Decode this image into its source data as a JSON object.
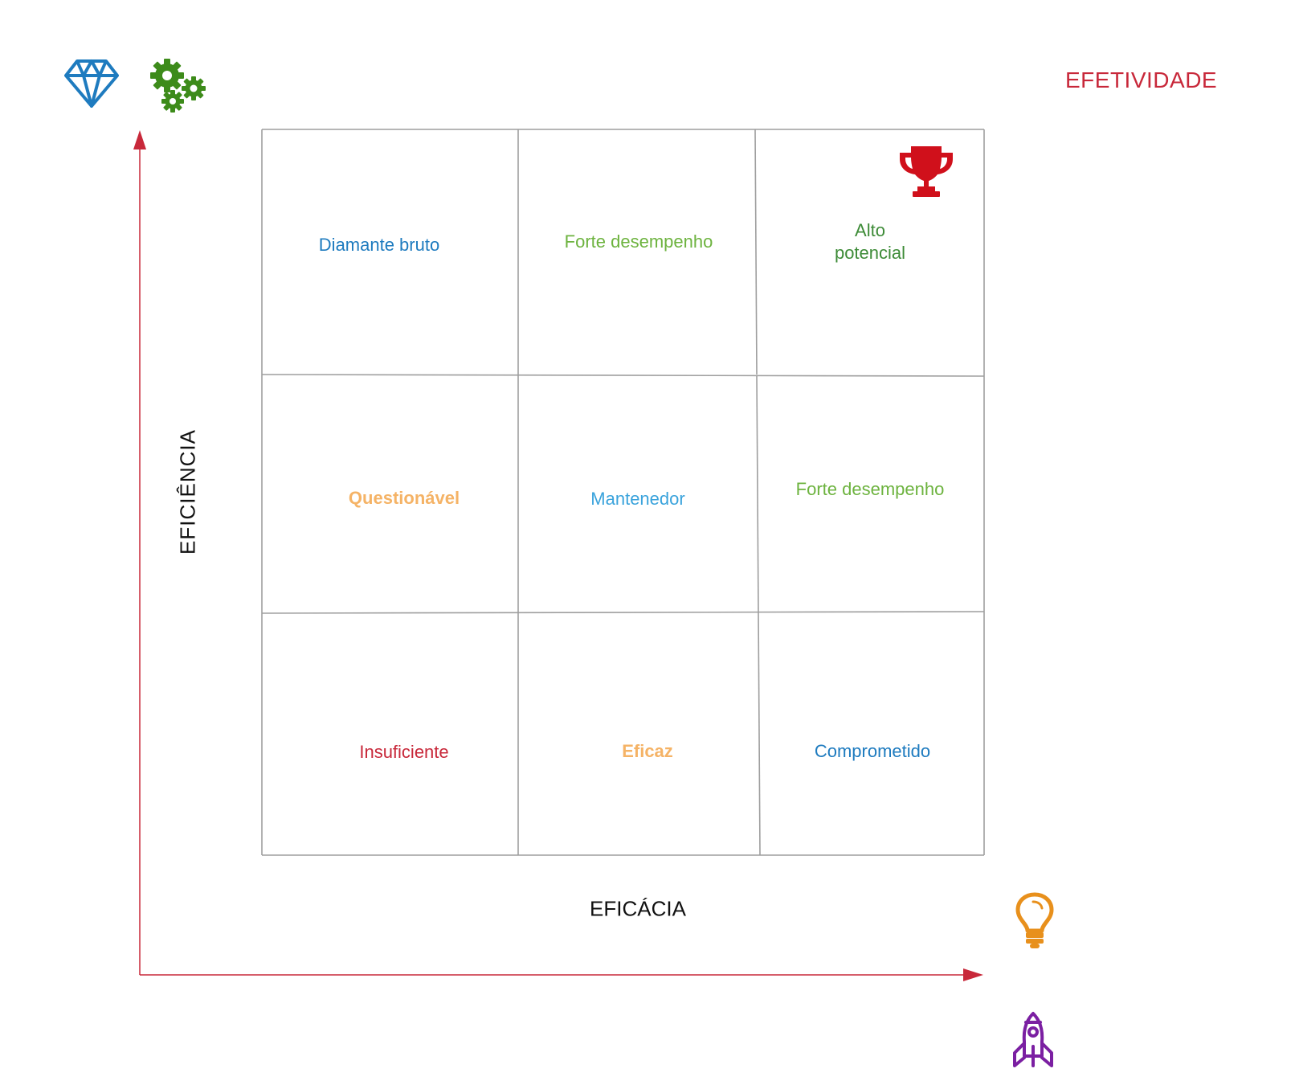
{
  "title": "EFETIVIDADE",
  "axes": {
    "y_label": "EFICIÊNCIA",
    "x_label": "EFICÁCIA"
  },
  "cells": [
    {
      "label": "Diamante bruto",
      "color": "#1e7bbf"
    },
    {
      "label": "Forte desempenho",
      "color": "#6db33f"
    },
    {
      "label": "Alto potencial",
      "color": "#3d8b37"
    },
    {
      "label": "Questionável",
      "color": "#f5b366"
    },
    {
      "label": "Mantenedor",
      "color": "#3aa3dc"
    },
    {
      "label": "Forte desempenho",
      "color": "#6db33f"
    },
    {
      "label": "Insuficiente",
      "color": "#c8283a"
    },
    {
      "label": "Eficaz",
      "color": "#f5b366"
    },
    {
      "label": "Comprometido",
      "color": "#1e7bbf"
    }
  ],
  "icons": {
    "diamond": "diamond-icon",
    "gears": "gears-icon",
    "trophy": "trophy-icon",
    "lightbulb": "lightbulb-icon",
    "rocket": "rocket-icon"
  },
  "colors": {
    "axis": "#c8283a",
    "grid": "#9e9e9e",
    "diamond": "#1e7bbf",
    "gears": "#3d8b1a",
    "trophy": "#d0101b",
    "lightbulb": "#e8901c",
    "rocket": "#7b1fa2"
  }
}
